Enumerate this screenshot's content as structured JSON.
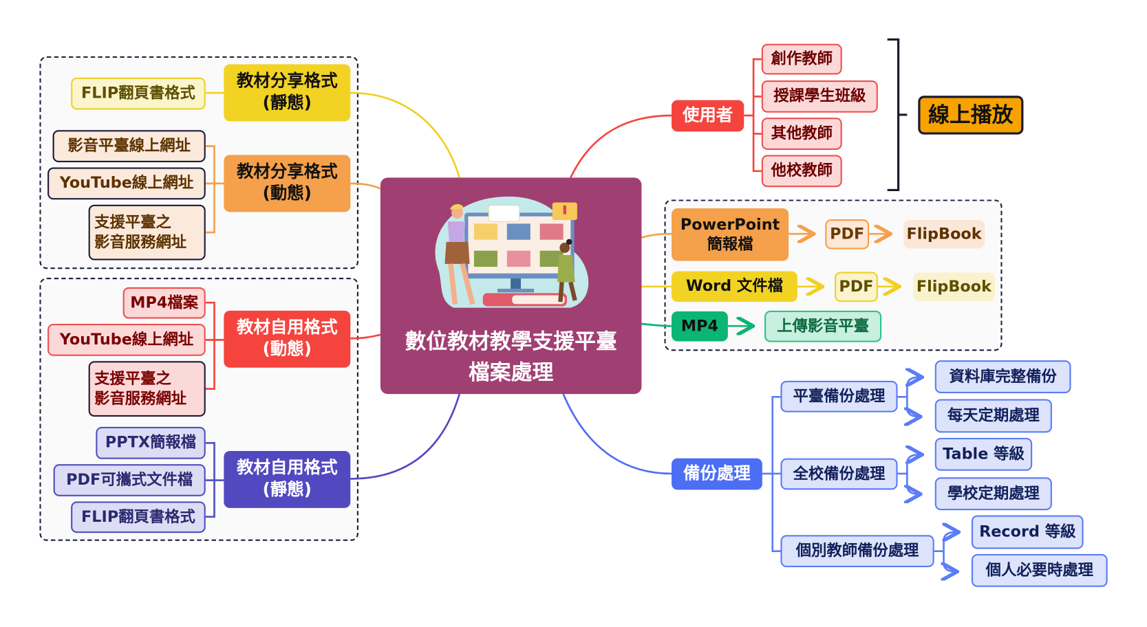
{
  "center": {
    "title_line1": "數位教材教學支援平臺",
    "title_line2": "檔案處理",
    "illustration": "teacher-and-student-at-monitor"
  },
  "left": {
    "share_static": {
      "line1": "教材分享格式",
      "line2": "(靜態)",
      "children": [
        "FLIP翻頁書格式"
      ]
    },
    "share_dynamic": {
      "line1": "教材分享格式",
      "line2": "(動態)",
      "children": [
        "影音平臺線上網址",
        "YouTube線上網址",
        "支援平臺之",
        "影音服務網址"
      ]
    },
    "self_dynamic": {
      "line1": "教材自用格式",
      "line2": "(動態)",
      "children": [
        "MP4檔案",
        "YouTube線上網址",
        "支援平臺之",
        "影音服務網址"
      ]
    },
    "self_static": {
      "line1": "教材自用格式",
      "line2": "(靜態)",
      "children": [
        "PPTX簡報檔",
        "PDF可攜式文件檔",
        "FLIP翻頁書格式"
      ]
    }
  },
  "users": {
    "label": "使用者",
    "children": [
      "創作教師",
      "授課學生班級",
      "其他教師",
      "他校教師"
    ],
    "result": "線上播放"
  },
  "conversion": {
    "ppt": {
      "line1": "PowerPoint",
      "line2": "簡報檔",
      "step1": "PDF",
      "step2": "FlipBook"
    },
    "word": {
      "label": "Word 文件檔",
      "step1": "PDF",
      "step2": "FlipBook"
    },
    "mp4": {
      "label": "MP4",
      "step1": "上傳影音平臺"
    }
  },
  "backup": {
    "label": "備份處理",
    "platform": {
      "label": "平臺備份處理",
      "children": [
        "資料庫完整備份",
        "每天定期處理"
      ]
    },
    "school": {
      "label": "全校備份處理",
      "children": [
        "Table 等級",
        "學校定期處理"
      ]
    },
    "teacher": {
      "label": "個別教師備份處理",
      "children": [
        "Record 等級",
        "個人必要時處理"
      ]
    }
  },
  "colors": {
    "center": "#a03f72",
    "yellow": "#f2d323",
    "orange": "#f5a04a",
    "red": "#f5443e",
    "indigo": "#5249c0",
    "green": "#0bb574",
    "blue": "#4c6ef5",
    "play": "#f7a200"
  }
}
